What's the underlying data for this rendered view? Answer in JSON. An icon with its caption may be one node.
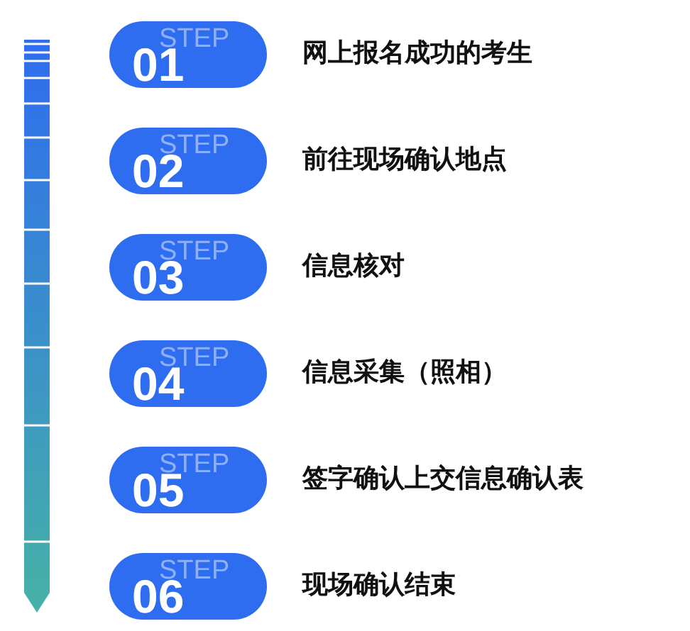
{
  "diagram": {
    "nodes": [
      {
        "text": [
          "STEP",
          "01"
        ],
        "beside": [
          "网上报名成功的考生"
        ]
      },
      {
        "text": [
          "STEP",
          "02"
        ],
        "beside": [
          "前往现场确认地点"
        ]
      },
      {
        "text": [
          "STEP",
          "03"
        ],
        "beside": [
          "信息核对"
        ]
      },
      {
        "text": [
          "STEP",
          "04"
        ],
        "beside": [
          "信息采集（照相）"
        ]
      },
      {
        "text": [
          "STEP",
          "05"
        ],
        "beside": [
          "签字确认上交信息确认表"
        ]
      },
      {
        "text": [
          "STEP",
          "06"
        ],
        "beside": [
          "现场确认结束"
        ]
      }
    ]
  }
}
